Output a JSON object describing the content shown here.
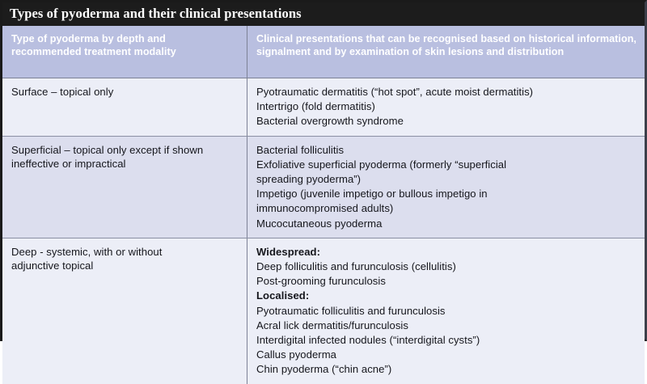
{
  "figure": {
    "title": "Types of pyoderma and their clinical presentations",
    "colors": {
      "title_bar_bg": "#1c1c1c",
      "title_text": "#ffffff",
      "header_row_bg": "#b9bfe0",
      "header_text": "#ffffff",
      "body_bg_light": "#eceef7",
      "body_bg_dark": "#dcdeee",
      "body_text": "#15161c",
      "border": "#1a1a1a",
      "grid_line": "#7d8296"
    }
  },
  "table": {
    "headers": {
      "col_left": "Type of pyoderma by depth and recommended treatment modality",
      "col_right": "Clinical presentations that can be recognised based on historical information, signalment and by examination of skin lesions and distribution"
    },
    "header_lines": {
      "col_left": [
        "Type of pyoderma by depth and",
        "recommended treatment modality"
      ],
      "col_right": [
        "Clinical presentations that can be recognised based on historical",
        "information, signalment and by examination of skin lesions",
        "and distribution"
      ]
    },
    "rows": [
      {
        "type_lines": [
          "Surface – topical only"
        ],
        "presentation_lines": [
          "Pyotraumatic dermatitis (“hot spot”, acute moist dermatitis)",
          "Intertrigo (fold dermatitis)",
          "Bacterial overgrowth syndrome"
        ]
      },
      {
        "type_lines": [
          "Superficial – topical only except if shown",
          "ineffective or impractical"
        ],
        "presentation_lines": [
          "Bacterial folliculitis",
          "Exfoliative superficial pyoderma (formerly “superficial",
          "spreading pyoderma”)",
          "Impetigo (juvenile impetigo or bullous impetigo in",
          "immunocompromised adults)",
          "Mucocutaneous pyoderma"
        ]
      },
      {
        "type_lines": [
          "Deep - systemic, with or without",
          "adjunctive topical"
        ],
        "presentation_lines": [
          "Widespread:",
          "Deep folliculitis and furunculosis (cellulitis)",
          "Post-grooming furunculosis",
          "Localised:",
          "Pyotraumatic folliculitis and furunculosis",
          "Acral lick dermatitis/furunculosis",
          "Interdigital infected nodules (“interdigital cysts”)",
          "Callus pyoderma",
          "Chin pyoderma (“chin acne”)"
        ],
        "bold_line_indices": [
          0,
          3
        ]
      }
    ]
  }
}
